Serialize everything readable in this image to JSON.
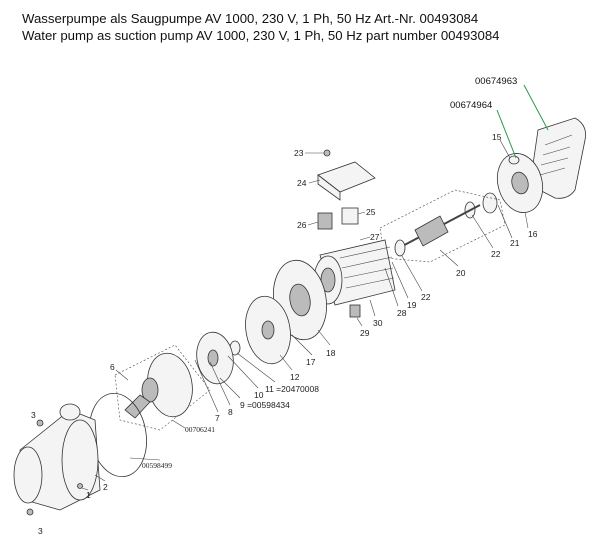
{
  "header": {
    "title_de": "Wasserpumpe als Saugpumpe AV 1000, 230 V, 1 Ph, 50 Hz Art.-Nr. 00493084",
    "title_en": "Water pump as suction pump AV 1000, 230 V, 1 Ph, 50 Hz part number 00493084"
  },
  "callouts": {
    "c00674963": "00674963",
    "c00674964": "00674964",
    "c15": "15",
    "c16": "16",
    "c21": "21",
    "c22a": "22",
    "c20": "20",
    "c22b": "22",
    "c19": "19",
    "c28": "28",
    "c30": "30",
    "c29": "29",
    "c23": "23",
    "c24": "24",
    "c25": "25",
    "c26": "26",
    "c27": "27",
    "c18": "18",
    "c17": "17",
    "c12": "12",
    "c11": "11 =20470008",
    "c10": "10",
    "c9": "9 =00598434",
    "c8": "8",
    "c7": "7",
    "c6": "6",
    "c00706241": "00706241",
    "c00598499": "00598499",
    "c2": "2",
    "c1": "1",
    "c3a": "3",
    "c3b": "3"
  },
  "colors": {
    "highlight_leader": "#2a9a4a"
  }
}
